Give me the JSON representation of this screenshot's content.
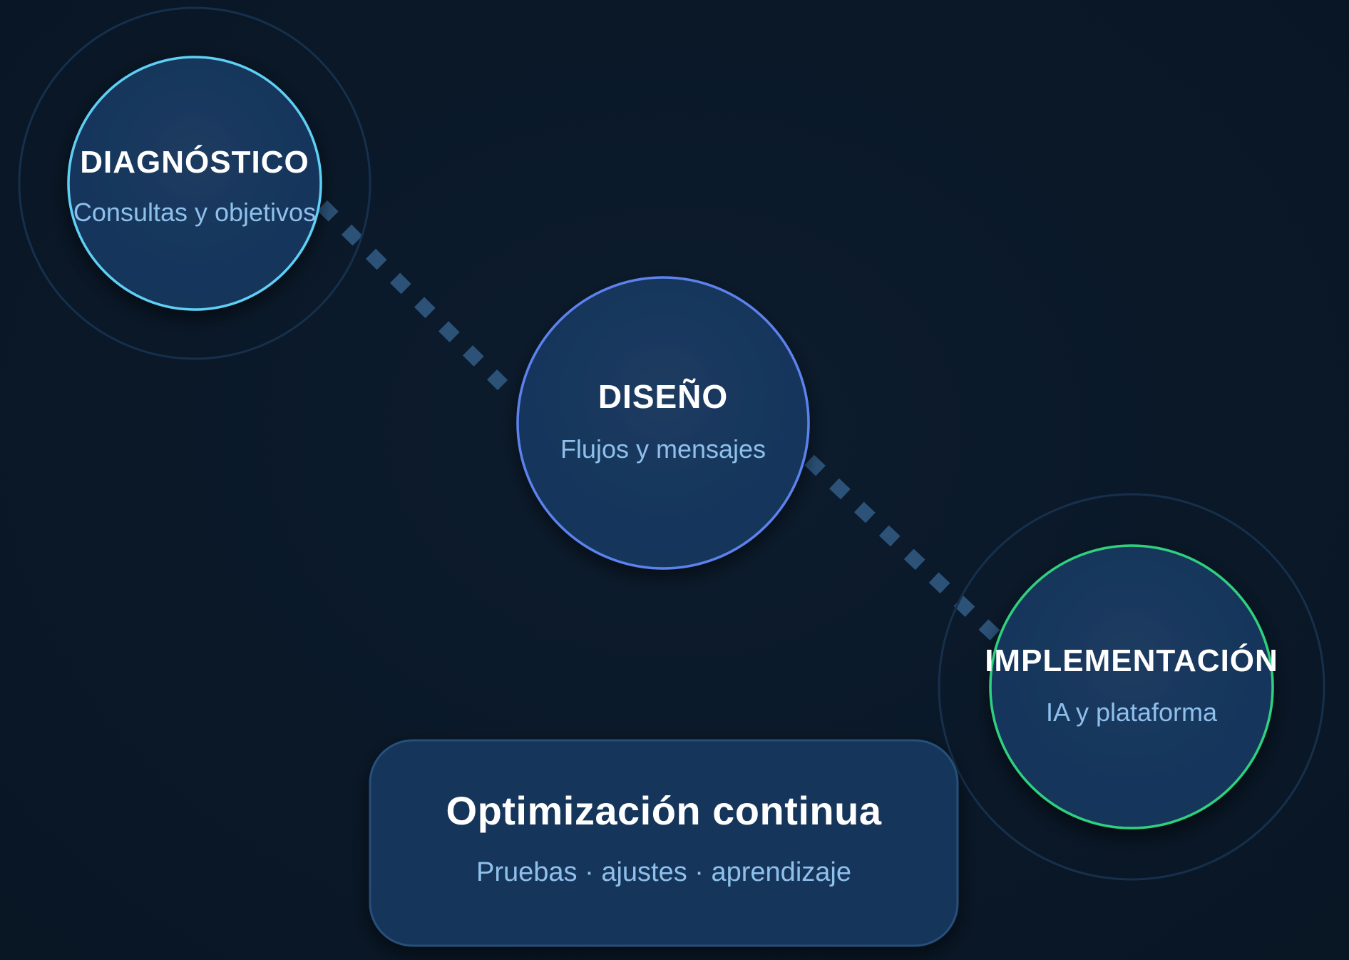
{
  "nodes": {
    "diagnostico": {
      "title": "DIAGNÓSTICO",
      "subtitle": "Consultas y objetivos",
      "ring_color": "#5fd0f5"
    },
    "diseno": {
      "title": "DISEÑO",
      "subtitle": "Flujos y mensajes",
      "ring_color": "#5b82ee"
    },
    "implementacion": {
      "title": "IMPLEMENTACIÓN",
      "subtitle": "IA y plataforma",
      "ring_color": "#2fd17e"
    }
  },
  "optimization_box": {
    "title": "Optimización continua",
    "subtitle": "Pruebas · ajustes · aprendizaje"
  },
  "colors": {
    "background": "#0b1a2a",
    "node_fill": "#19375a",
    "connector": "#2c5278",
    "outer_halo": "#1a3550"
  }
}
